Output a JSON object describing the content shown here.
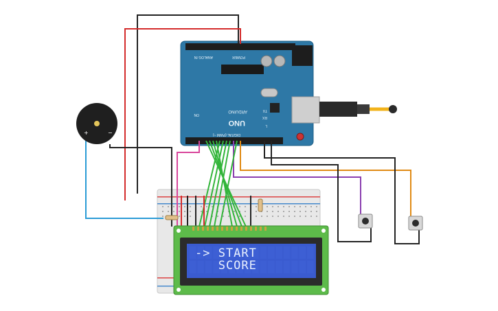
{
  "arduino": {
    "brand": "ARDUINO",
    "model": "UNO",
    "power_label": "POWER",
    "analog_label": "ANALOG IN",
    "digital_label": "DIGITAL (PWM ~)",
    "tx_label": "TX",
    "rx_label": "RX",
    "l_label": "L",
    "on_label": "ON"
  },
  "lcd": {
    "line1": "-> START",
    "line2": "   SCORE",
    "backlight_color": "#3a5bd0",
    "pcb_color": "#5dbb4a"
  },
  "buzzer": {
    "plus_label": "+",
    "minus_label": "−"
  },
  "wires": {
    "colors": {
      "black": "#222222",
      "red": "#d42b2b",
      "blue": "#2a9bd6",
      "green": "#33b53a",
      "pink": "#d8459b",
      "purple": "#8b3fb0",
      "orange": "#e08a14"
    }
  }
}
